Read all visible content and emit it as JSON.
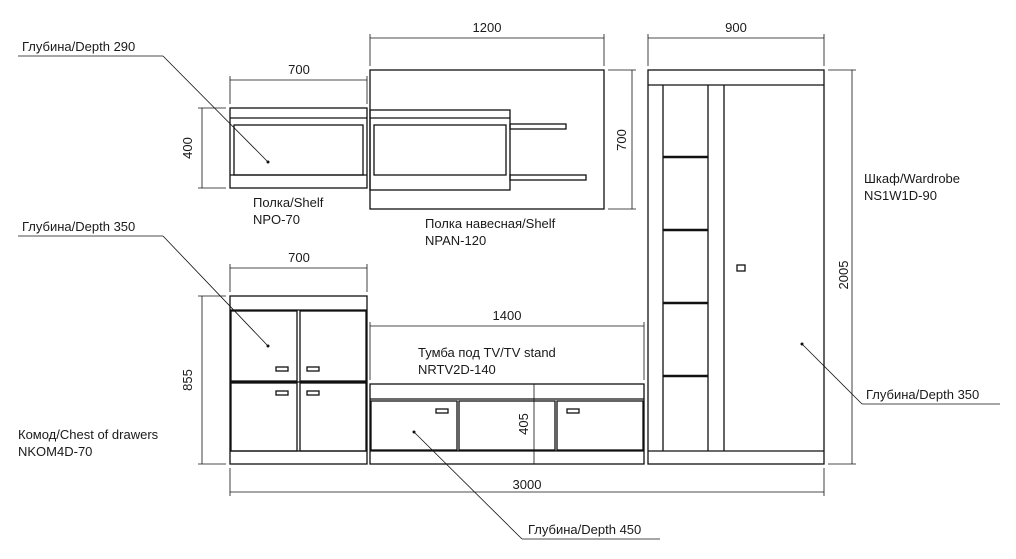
{
  "dimensions": {
    "shelf_width": "700",
    "shelf_height": "400",
    "hanging_shelf_width": "1200",
    "hanging_shelf_height": "700",
    "wardrobe_width": "900",
    "wardrobe_height": "2005",
    "chest_width": "700",
    "chest_height": "855",
    "tv_stand_width": "1400",
    "tv_stand_height": "405",
    "total_width": "3000"
  },
  "labels": {
    "depth_290": "Глубина/Depth  290",
    "depth_350_chest": "Глубина/Depth  350",
    "depth_350_wardrobe": "Глубина/Depth  350",
    "depth_450": "Глубина/Depth  450",
    "shelf_name": "Полка/Shelf",
    "shelf_code": "NPO-70",
    "hanging_shelf_name": "Полка навесная/Shelf",
    "hanging_shelf_code": "NPAN-120",
    "wardrobe_name": "Шкаф/Wardrobe",
    "wardrobe_code": "NS1W1D-90",
    "tv_stand_name": "Тумба под TV/TV stand",
    "tv_stand_code": "NRTV2D-140",
    "chest_name": "Комод/Chest of drawers",
    "chest_code": "NKOM4D-70"
  }
}
